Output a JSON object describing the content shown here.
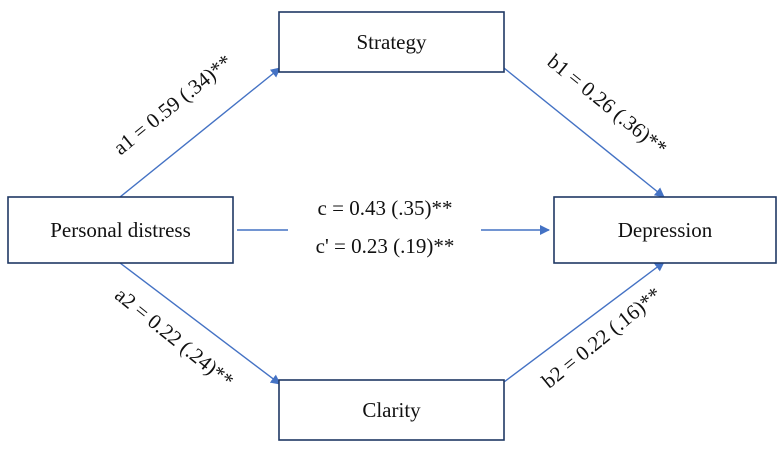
{
  "nodes": {
    "strategy": "Strategy",
    "personal_distress": "Personal distress",
    "depression": "Depression",
    "clarity": "Clarity"
  },
  "paths": {
    "a1": "a1 = 0.59 (.34)**",
    "b1": "b1 = 0.26 (.36)**",
    "c": "c = 0.43 (.35)**",
    "c_prime": "c' = 0.23 (.19)**",
    "a2": "a2 = 0.22 (.24)**",
    "b2": "b2 = 0.22 (.16)**"
  },
  "colors": {
    "arrow": "#4472c4",
    "box_border": "#1f3864"
  }
}
